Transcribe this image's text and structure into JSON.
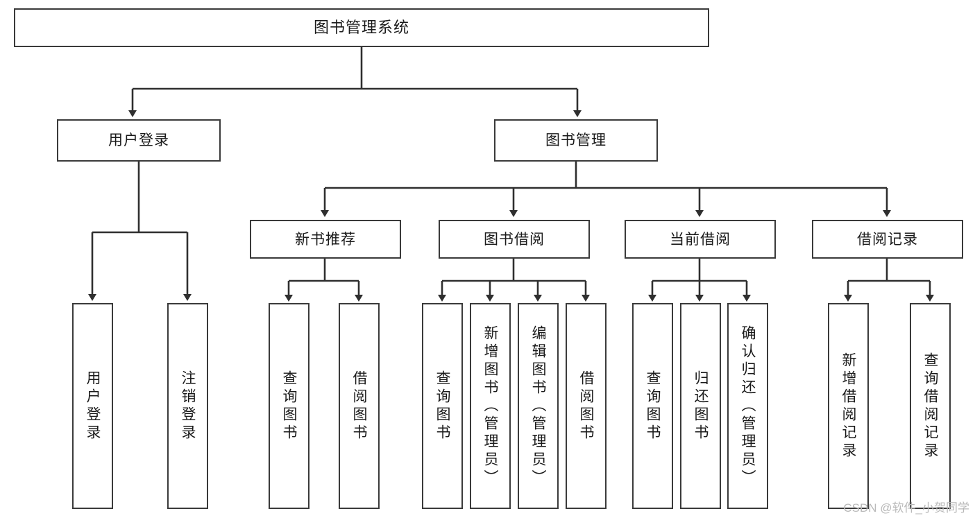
{
  "diagram": {
    "title": "图书管理系统",
    "watermark": "CSDN @软件_小贺同学",
    "colors": {
      "background": "#ffffff",
      "border": "#3a3a3a",
      "text": "#1a1a1a",
      "edge": "#2f2f2f",
      "watermark": "#b9b9b9"
    },
    "levels": {
      "root": "图书管理系统",
      "level2": [
        "用户登录",
        "图书管理"
      ],
      "level3": [
        "新书推荐",
        "图书借阅",
        "当前借阅",
        "借阅记录"
      ]
    },
    "nodes": {
      "root": {
        "label": "图书管理系统"
      },
      "user_login": {
        "label": "用户登录"
      },
      "book_mgmt": {
        "label": "图书管理"
      },
      "new_book_rec": {
        "label": "新书推荐"
      },
      "book_borrow": {
        "label": "图书借阅"
      },
      "current_borrow": {
        "label": "当前借阅"
      },
      "borrow_record": {
        "label": "借阅记录"
      },
      "leaf_user_login": {
        "label": "用户登录"
      },
      "leaf_logout": {
        "label": "注销登录"
      },
      "leaf_query_book_1": {
        "label": "查询图书"
      },
      "leaf_borrow_book_1": {
        "label": "借阅图书"
      },
      "leaf_query_book_2": {
        "label": "查询图书"
      },
      "leaf_add_book": {
        "label": "新增图书（管理员）"
      },
      "leaf_edit_book": {
        "label": "编辑图书（管理员）"
      },
      "leaf_borrow_book_2": {
        "label": "借阅图书"
      },
      "leaf_query_book_3": {
        "label": "查询图书"
      },
      "leaf_return_book": {
        "label": "归还图书"
      },
      "leaf_confirm_return": {
        "label": "确认归还（管理员）"
      },
      "leaf_add_record": {
        "label": "新增借阅记录"
      },
      "leaf_query_record": {
        "label": "查询借阅记录"
      }
    },
    "hierarchy": [
      {
        "label": "图书管理系统",
        "children": [
          {
            "label": "用户登录",
            "children": [
              {
                "label": "用户登录"
              },
              {
                "label": "注销登录"
              }
            ]
          },
          {
            "label": "图书管理",
            "children": [
              {
                "label": "新书推荐",
                "children": [
                  {
                    "label": "查询图书"
                  },
                  {
                    "label": "借阅图书"
                  }
                ]
              },
              {
                "label": "图书借阅",
                "children": [
                  {
                    "label": "查询图书"
                  },
                  {
                    "label": "新增图书（管理员）"
                  },
                  {
                    "label": "编辑图书（管理员）"
                  },
                  {
                    "label": "借阅图书"
                  }
                ]
              },
              {
                "label": "当前借阅",
                "children": [
                  {
                    "label": "查询图书"
                  },
                  {
                    "label": "归还图书"
                  },
                  {
                    "label": "确认归还（管理员）"
                  }
                ]
              },
              {
                "label": "借阅记录",
                "children": [
                  {
                    "label": "新增借阅记录"
                  },
                  {
                    "label": "查询借阅记录"
                  }
                ]
              }
            ]
          }
        ]
      }
    ]
  }
}
